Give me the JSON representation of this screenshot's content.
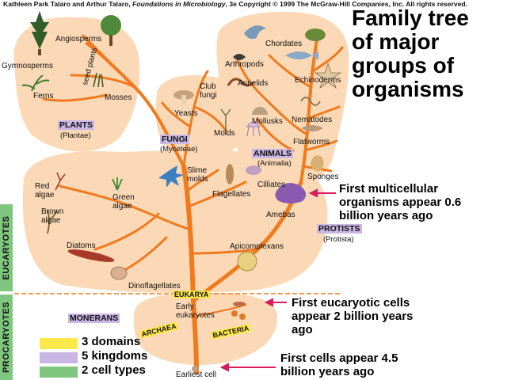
{
  "credit": {
    "authors": "Kathleen Park Talaro and Arthur Talaro, ",
    "book": "Foundations in Microbiology",
    "rest": ", 3e Copyright © 1999 The McGraw-Hill Companies, Inc.  All rights reserved."
  },
  "title": {
    "line1": "Family tree",
    "line2": "of major",
    "line3": "groups of",
    "line4": "organisms"
  },
  "kingdoms": {
    "plants": {
      "name": "PLANTS",
      "sub": "(Plantae)"
    },
    "fungi": {
      "name": "FUNGI",
      "sub": "(Myceteae)"
    },
    "animals": {
      "name": "ANIMALS",
      "sub": "(Animalia)"
    },
    "protists": {
      "name": "PROTISTS",
      "sub": "(Protista)"
    },
    "monerans": {
      "name": "MONERANS"
    }
  },
  "groups": {
    "angiosperms": "Angiosperms",
    "gymnosperms": "Gymnosperms",
    "ferns": "Ferns",
    "mosses": "Mosses",
    "seed_plants": "seed plants",
    "club_fungi": "Club fungi",
    "yeasts": "Yeasts",
    "molds": "Molds",
    "slime_molds": "Slime molds",
    "chordates": "Chordates",
    "arthropods": "Arthropods",
    "annelids": "Annelids",
    "echinoderms": "Echinoderms",
    "mollusks": "Mollusks",
    "nematodes": "Nematodes",
    "flatworms": "Flatworms",
    "sponges": "Sponges",
    "cilliates": "Cilliates",
    "flagellates": "Flagellates",
    "amebas": "Amebas",
    "red_algae": "Red algae",
    "brown_algae": "Brown algae",
    "green_algae": "Green algae",
    "diatoms": "Diatoms",
    "dinoflagellates": "Dinoflagellates",
    "apicomplexans": "Apicomplexans",
    "early_eukaryotes": "Early eukaryotes",
    "earliest_cell": "Earliest cell"
  },
  "domains": {
    "eukarya": "EUKARYA",
    "archaea": "ARCHAEA",
    "bacteria": "BACTERIA"
  },
  "cell_types": {
    "eucaryotes": "EUCARYOTES",
    "procaryotes": "PROCARYOTES"
  },
  "events": {
    "multicellular": "First multicellular organisms appear 0.6 billion years ago",
    "eucaryotic": "First eucaryotic cells appear 2 billion years ago",
    "first_cells": "First cells appear 4.5 billion years ago"
  },
  "legend": [
    {
      "label": "3 domains",
      "color": "#ffe84a"
    },
    {
      "label": "5 kingdoms",
      "color": "#c9b6e4"
    },
    {
      "label": "2 cell types",
      "color": "#7fc77f"
    }
  ],
  "colors": {
    "blob": "#fcd9b6",
    "branch": "#f07a1e",
    "arrow": "#d81b5b",
    "divider": "#f07a1e"
  }
}
